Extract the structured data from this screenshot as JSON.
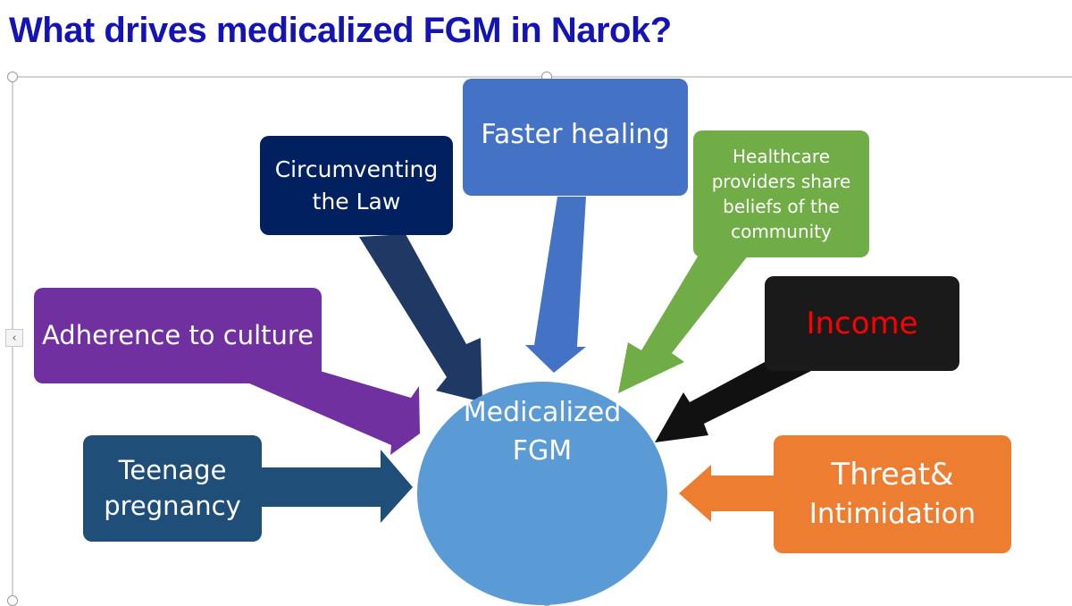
{
  "title": "What drives medicalized FGM in Narok?",
  "center": {
    "line1": "Medicalized",
    "line2": "FGM",
    "color": "#5b9bd5"
  },
  "boxes": {
    "faster_healing": {
      "text": "Faster healing",
      "color": "#4472c4"
    },
    "circumventing": {
      "line1": "Circumventing",
      "line2": "the Law",
      "color": "#002060"
    },
    "healthcare": {
      "line1": "Healthcare",
      "line2": "providers share",
      "line3": "beliefs of the",
      "line4": "community",
      "color": "#70ad47"
    },
    "adherence": {
      "text": "Adherence to culture",
      "color": "#7030a0"
    },
    "income": {
      "text": "Income",
      "color": "#1a1a1a",
      "text_color": "#ff0000"
    },
    "teenage": {
      "line1": "Teenage",
      "line2": "pregnancy",
      "color": "#1f4e79"
    },
    "threat": {
      "line1": "Threat&",
      "line2": "Intimidation",
      "color": "#ed7d31"
    }
  },
  "nav": {
    "prev_icon": "chevron-left-icon",
    "glyph": "‹"
  }
}
